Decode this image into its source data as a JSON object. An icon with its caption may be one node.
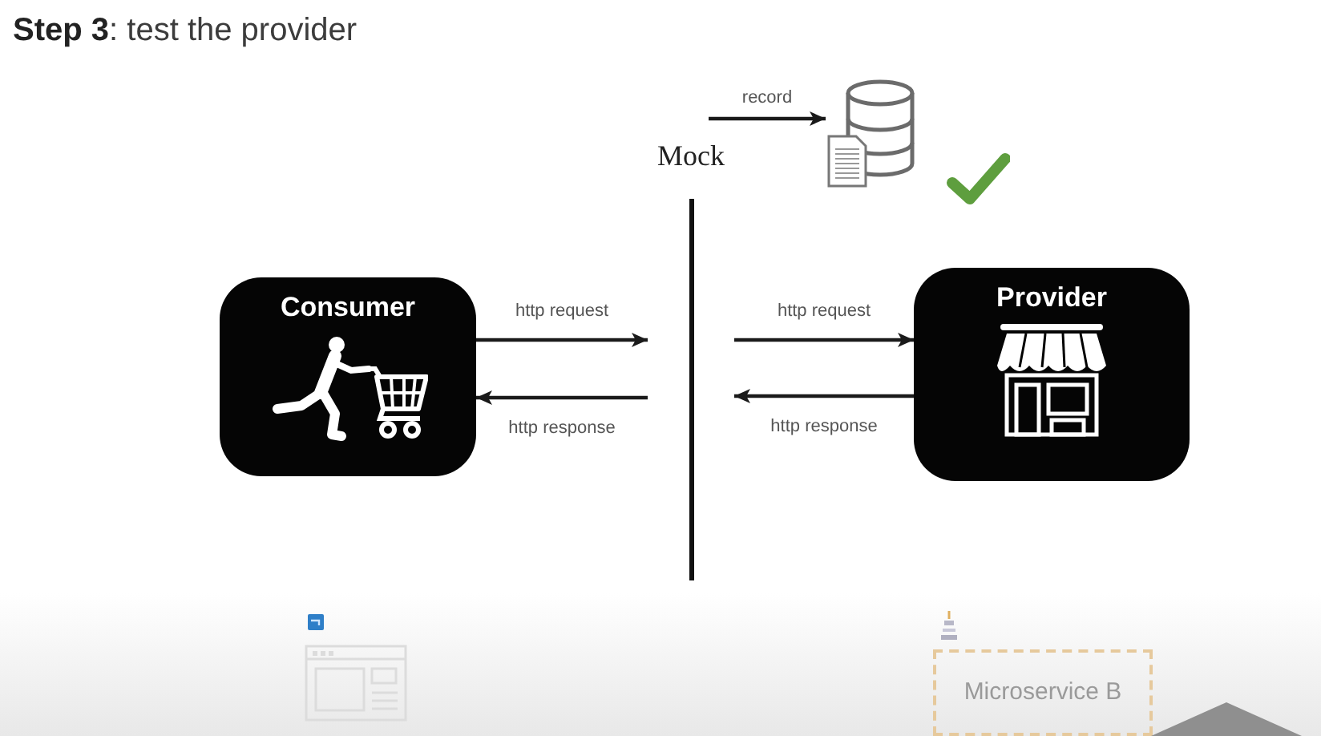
{
  "diagram": {
    "title": "**Step 3**: test the provider",
    "nodes": [
      {
        "text": [
          "Consumer"
        ]
      },
      {
        "text": [
          "Mock"
        ]
      },
      {
        "text": [
          "Provider"
        ]
      },
      {
        "text": [],
        "shape": "cylinder"
      },
      {
        "text": [
          "Microservice B"
        ]
      },
      {
        "text": [],
        "shape": "triangle"
      }
    ],
    "edges": [
      {
        "from": 0,
        "to": 1,
        "arrow": "to",
        "label": "http request"
      },
      {
        "from": 1,
        "to": 0,
        "arrow": "to",
        "label": "http response"
      },
      {
        "from": 1,
        "to": 2,
        "arrow": "to",
        "label": "http request"
      },
      {
        "from": 2,
        "to": 1,
        "arrow": "to",
        "label": "http response"
      },
      {
        "from": 1,
        "to": 3,
        "arrow": "to",
        "label": "record"
      }
    ]
  }
}
